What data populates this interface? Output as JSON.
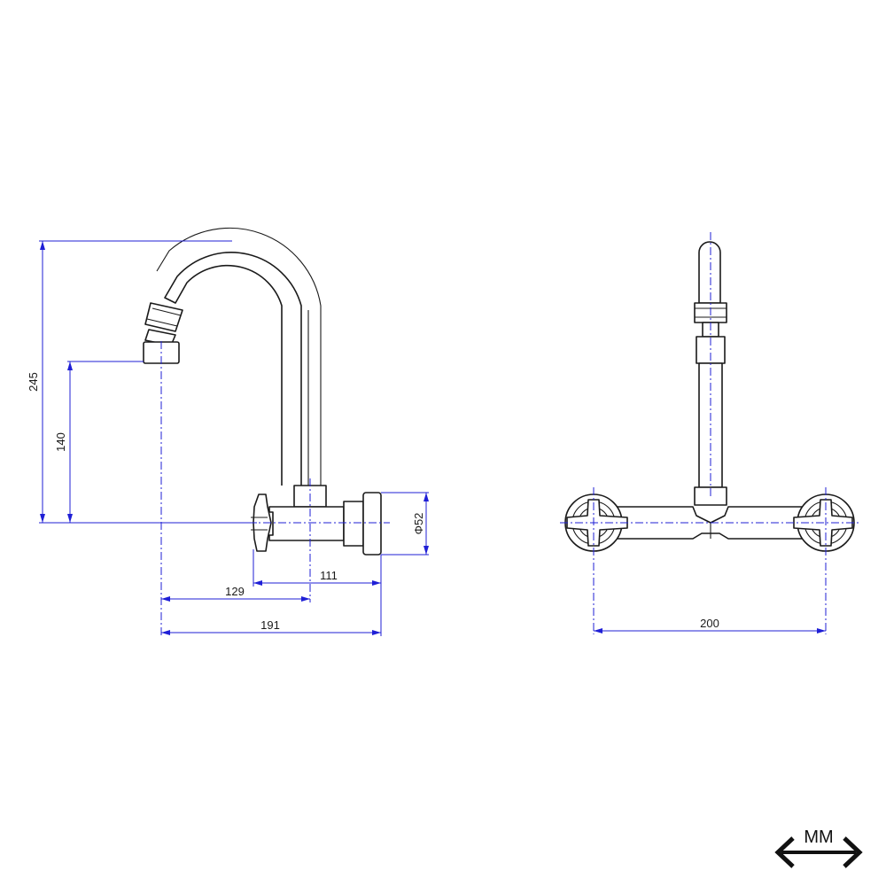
{
  "dimensions": {
    "side_height_total": "245",
    "side_height_spout": "140",
    "side_diameter": "Φ52",
    "side_depth_body": "111",
    "side_depth_outlet": "129",
    "side_depth_total": "191",
    "front_width": "200"
  },
  "units_badge": {
    "label": "MM",
    "icon": "double-arrow-icon"
  },
  "colors": {
    "line": "#1a1a1a",
    "dimension": "#1f1fd6",
    "background": "#ffffff"
  }
}
